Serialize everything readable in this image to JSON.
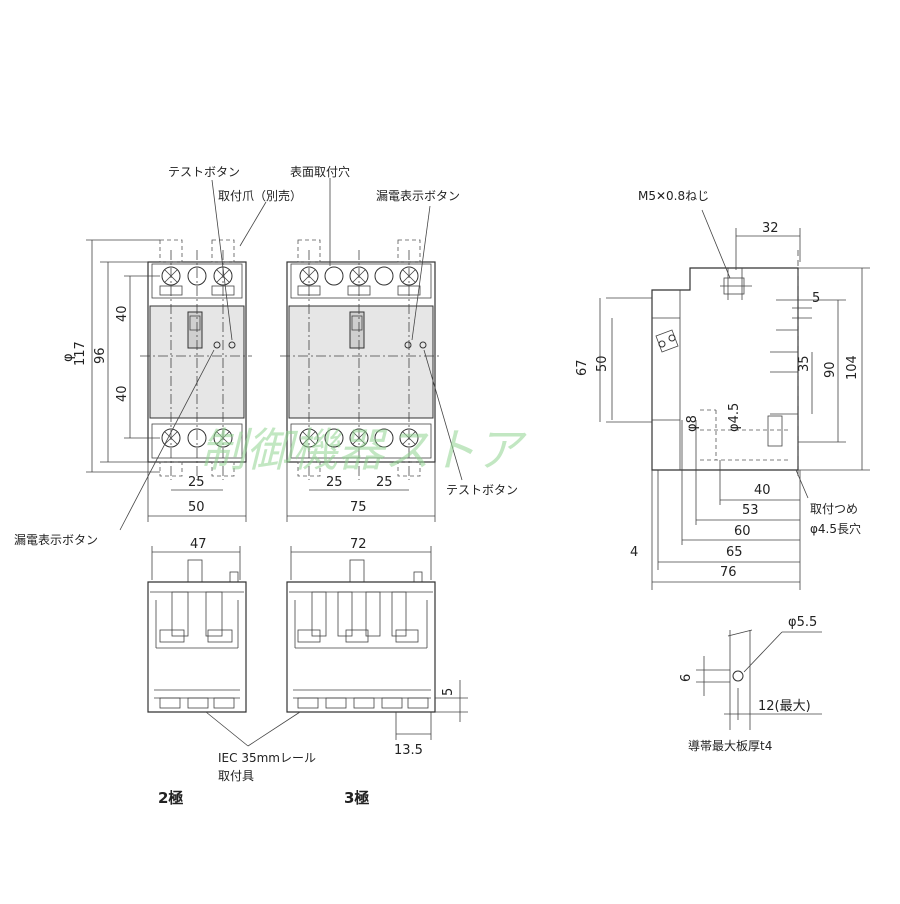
{
  "labels": {
    "test_button_top": "テストボタン",
    "surface_mount_hole": "表面取付穴",
    "mount_claw": "取付爪（別売）",
    "leak_indicator_top": "漏電表示ボタン",
    "test_button_bottom": "テストボタン",
    "leak_indicator_bottom": "漏電表示ボタン",
    "screw": "M5✕0.8ねじ",
    "mount_pawl": "取付つめ",
    "slot": "φ4.5長穴",
    "din_rail_line1": "IEC 35mmレール",
    "din_rail_line2": "取付具",
    "pole2": "2極",
    "pole3": "3極",
    "busbar_note": "導帯最大板厚t4",
    "watermark": "制御機器ストア"
  },
  "dims": {
    "phi": "φ",
    "d117": "117",
    "d96": "96",
    "d40a": "40",
    "d40b": "40",
    "d25_2p": "25",
    "d50": "50",
    "d25a_3p": "25",
    "d25b_3p": "25",
    "d75": "75",
    "d47": "47",
    "d72": "72",
    "d5_bottom": "5",
    "d13_5": "13.5",
    "d32": "32",
    "d5_side": "5",
    "d67": "67",
    "d50_side": "50",
    "d35": "35",
    "d90": "90",
    "d104": "104",
    "d8": "φ8",
    "d4_5": "φ4.5",
    "d40_side": "40",
    "d53": "53",
    "d60": "60",
    "d65": "65",
    "d4": "4",
    "d76": "76",
    "d5_5": "φ5.5",
    "d6": "6",
    "d12max": "12(最大)"
  }
}
